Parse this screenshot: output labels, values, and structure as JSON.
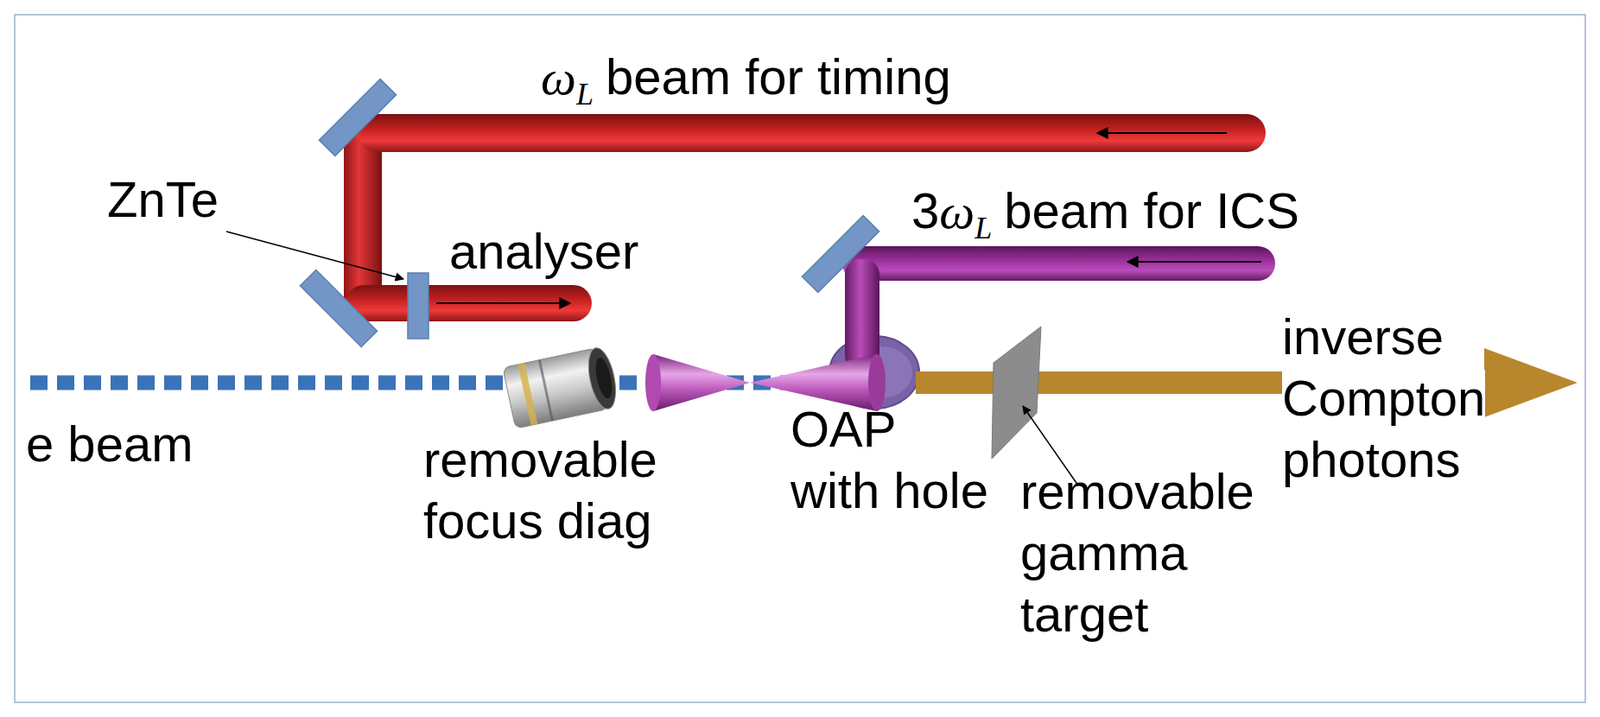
{
  "diagram": {
    "labels": [
      "ω",
      "L",
      "beam for timing",
      "ZnTe",
      "analyser",
      "3",
      "ω",
      "L",
      "beam for ICS",
      "e beam",
      "removable focus diag",
      "OAP with hole",
      "removable gamma target",
      "inverse Compton photons"
    ]
  }
}
